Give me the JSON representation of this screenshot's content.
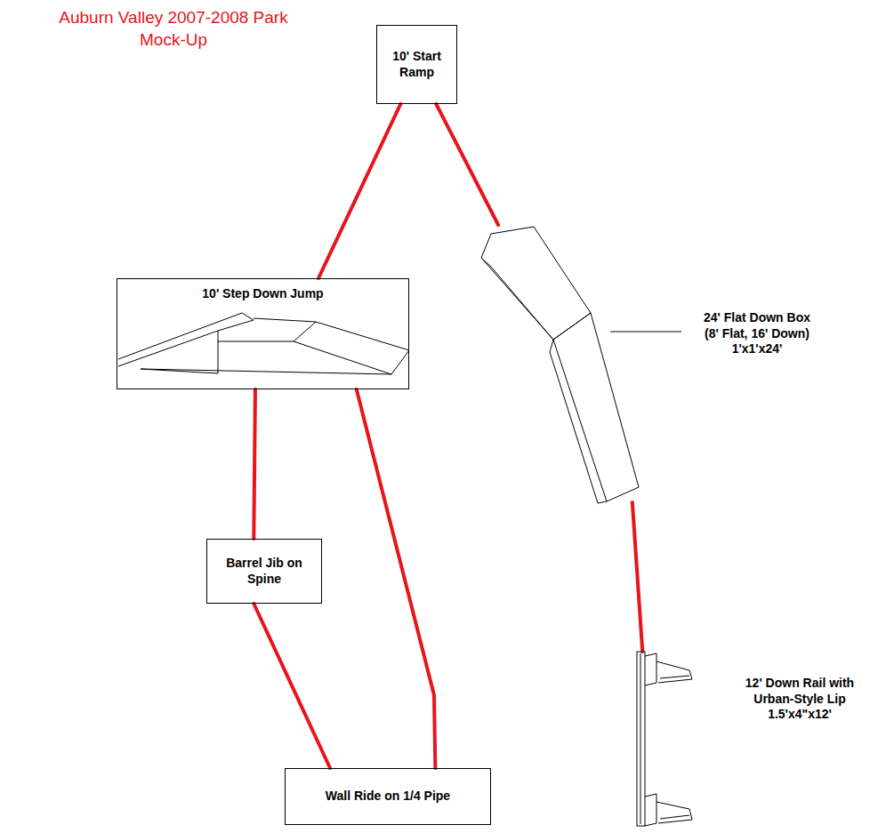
{
  "diagram": {
    "title": "Auburn Valley 2007-2008 Park Mock-Up",
    "nodes": [
      {
        "text": [
          "10' Start Ramp"
        ]
      },
      {
        "text": [
          "10' Step Down Jump"
        ]
      },
      {
        "text": [
          "24' Flat Down Box",
          "(8' Flat, 16' Down)",
          "1'x1'x24'"
        ]
      },
      {
        "text": [
          "Barrel Jib on Spine"
        ]
      },
      {
        "text": [
          "Wall Ride on 1/4 Pipe"
        ]
      },
      {
        "text": [
          "12' Down Rail with Urban-Style Lip",
          "1.5'x4\"x12'"
        ]
      }
    ],
    "edges": [
      {
        "from": 0,
        "to": 1,
        "arrow": "none"
      },
      {
        "from": 0,
        "to": 2,
        "arrow": "none"
      },
      {
        "from": 1,
        "to": 3,
        "arrow": "none"
      },
      {
        "from": 1,
        "to": 4,
        "arrow": "none"
      },
      {
        "from": 3,
        "to": 4,
        "arrow": "none"
      },
      {
        "from": 2,
        "to": 5,
        "arrow": "none"
      }
    ]
  }
}
